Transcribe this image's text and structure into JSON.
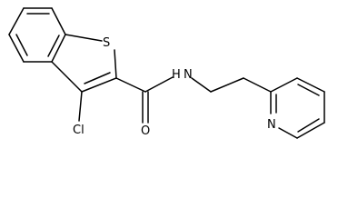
{
  "molecule": {
    "atoms": {
      "S": "S",
      "Cl": "Cl",
      "O": "O",
      "NH": "N",
      "H": "H",
      "Npy": "N"
    }
  },
  "colors": {
    "bond": "#000000",
    "text": "#000000",
    "background": "#ffffff"
  }
}
